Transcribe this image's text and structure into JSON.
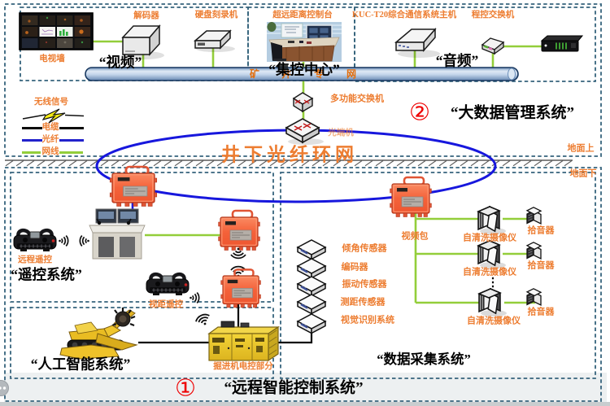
{
  "colors": {
    "border_dash": "#35637c",
    "orange_text": "#ed7d31",
    "green_line": "#93ce3a",
    "blue_line": "#1717dd",
    "red_accent": "#ee0000",
    "bus_border": "#17375e"
  },
  "legend": {
    "wireless": "无线信号",
    "cable": "电缆",
    "fiber": "光纤",
    "ethernet": "网线"
  },
  "surface": {
    "video": {
      "tv_wall": "电视墙",
      "decoder": "解码器",
      "recorder": "硬盘刻录机",
      "label": "“视频”"
    },
    "control_center": {
      "console": "超远距离控制台",
      "label": "“集控中心”"
    },
    "audio": {
      "host": "KUC-T20综合通信系统主机",
      "pbx": "程控交换机",
      "label": "“音频”"
    },
    "bus": {
      "chars": [
        "矿",
        "井",
        "专",
        "网"
      ]
    },
    "switch": "多功能交换机",
    "optical_terminal": "光端机",
    "big_data": {
      "num": "②",
      "label": "“大数据管理系统”"
    },
    "ground_above": "地面上",
    "ground_below": "地面下"
  },
  "ring": {
    "label": "井下光纤环网"
  },
  "remote_system": {
    "label": "“遥控系统”",
    "remote1": "远程遥控",
    "remote2": "视距遥控"
  },
  "ai_system": {
    "label": "“人工智能系统”",
    "ecu": "掘进机电控部分"
  },
  "daq_system": {
    "label": "“数据采集系统”",
    "video_pack": "视频包",
    "sensors": [
      "倾角传感器",
      "编码器",
      "振动传感器",
      "测距传感器",
      "视觉识别系统"
    ],
    "camera": "自清洗摄像仪",
    "pickup": "拾音器",
    "ellipsis": "⋮"
  },
  "main_system": {
    "num": "①",
    "label": "“远程智能控制系统”"
  }
}
